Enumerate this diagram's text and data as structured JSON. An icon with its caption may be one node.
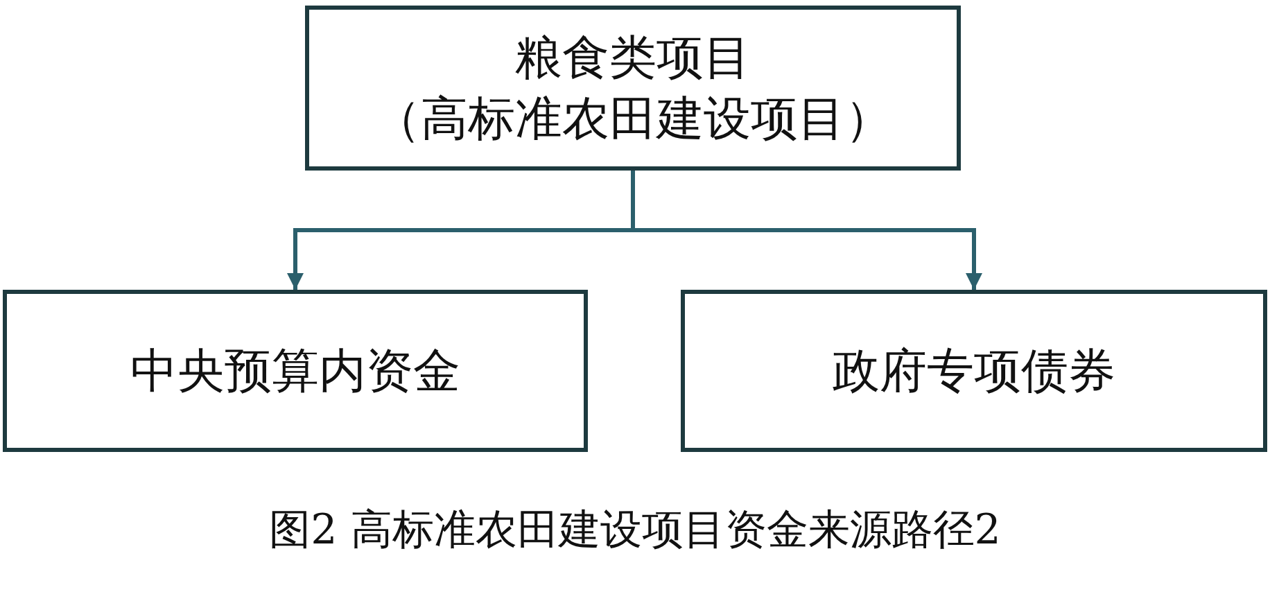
{
  "diagram": {
    "caption": "图2 高标准农田建设项目资金来源路径2",
    "nodes": [
      {
        "text": [
          "粮食类项目",
          "（高标准农田建设项目）"
        ]
      },
      {
        "text": [
          "中央预算内资金"
        ]
      },
      {
        "text": [
          "政府专项债券"
        ]
      }
    ],
    "edges": [
      {
        "from": 0,
        "to": 1,
        "arrow": "to"
      },
      {
        "from": 0,
        "to": 2,
        "arrow": "to"
      }
    ]
  }
}
